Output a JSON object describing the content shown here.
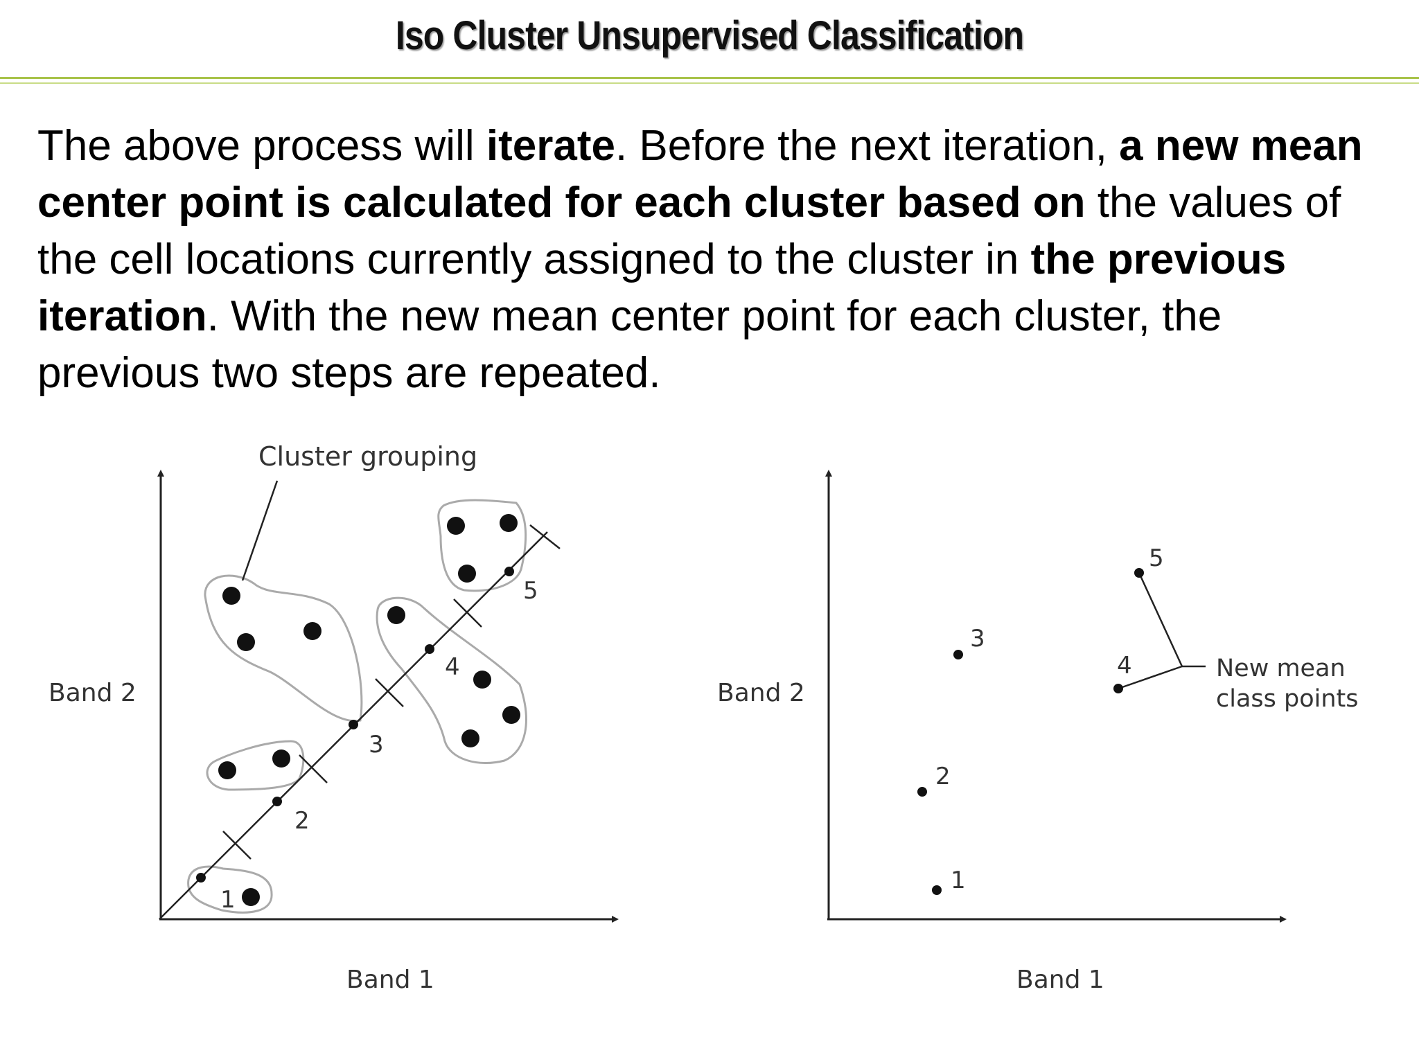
{
  "title": "Iso Cluster Unsupervised Classification",
  "paragraph": {
    "s1": "The above process will ",
    "b1": "iterate",
    "s2": ". Before the next iteration, ",
    "b2": "a new mean center point is calculated for each cluster based on",
    "s3": " the values of the cell locations currently assigned to the cluster in ",
    "b3": "the previous iteration",
    "s4": ". With the new mean center point for each cluster, the previous two steps are repeated."
  },
  "left_diagram": {
    "callout": "Cluster grouping",
    "x_axis_label": "Band 1",
    "y_axis_label": "Band 2",
    "cluster_labels": [
      "1",
      "2",
      "3",
      "4",
      "5"
    ]
  },
  "right_diagram": {
    "x_axis_label": "Band 1",
    "y_axis_label": "Band 2",
    "point_labels": [
      "1",
      "2",
      "3",
      "4",
      "5"
    ],
    "callout_line1": "New mean",
    "callout_line2": "class points"
  }
}
